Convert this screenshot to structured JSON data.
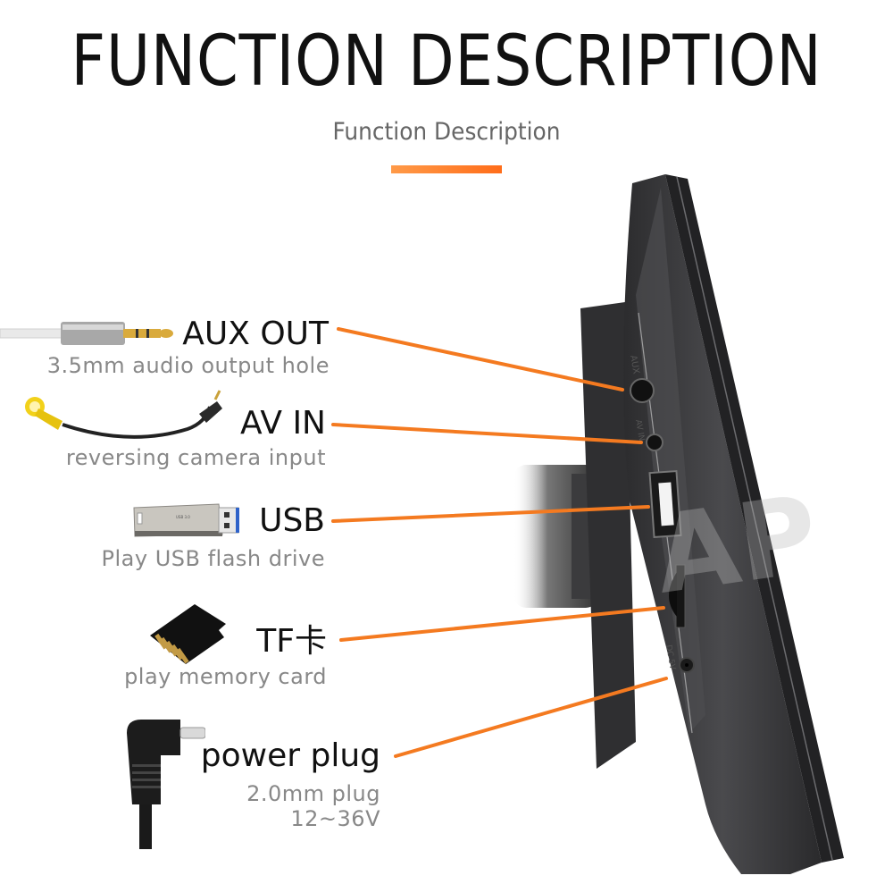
{
  "header": {
    "title": "FUNCTION DESCRIPTION",
    "subtitle": "Function Description",
    "accent_color": "#ff7a2a"
  },
  "callouts": [
    {
      "title": "AUX OUT",
      "description": "3.5mm audio output hole",
      "icon": "audio-jack-cable-icon",
      "port": "aux-port"
    },
    {
      "title": "AV IN",
      "description": "reversing camera input",
      "icon": "rca-cable-icon",
      "port": "av-in-port"
    },
    {
      "title": "USB",
      "description": "Play USB flash drive",
      "icon": "usb-flash-drive-icon",
      "port": "usb-port"
    },
    {
      "title": "TF卡",
      "description": "play memory card",
      "icon": "micro-sd-card-icon",
      "port": "tf-card-slot"
    },
    {
      "title": "power plug",
      "description": "2.0mm plug",
      "description2": "12~36V",
      "icon": "power-plug-icon",
      "port": "dc-power-port"
    }
  ],
  "device": {
    "port_labels": [
      "AUX",
      "AV IN",
      "DC 5V"
    ],
    "watermark": "AP"
  },
  "colors": {
    "leader_line": "#f47a20",
    "device_body": "#3a3a3c",
    "title_text": "#111111",
    "desc_text": "#888888"
  }
}
